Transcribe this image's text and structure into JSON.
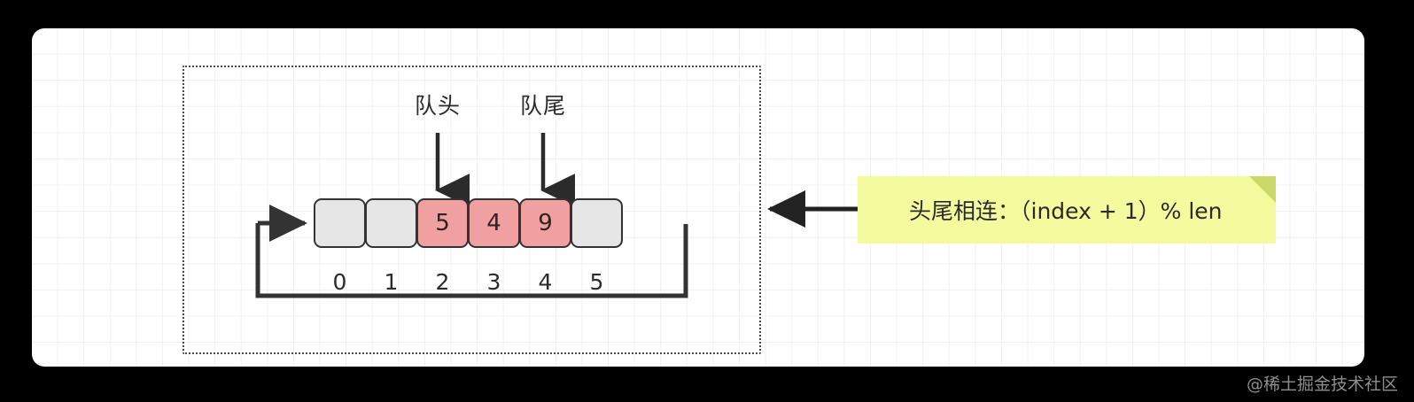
{
  "canvas": {
    "background_color": "#ffffff",
    "grid_color": "#f1f1f1",
    "page_background": "#000000"
  },
  "diagram": {
    "title_pointers": {
      "head_label": "队头",
      "tail_label": "队尾"
    },
    "array": {
      "cells": [
        {
          "index": "0",
          "value": "",
          "state": "empty",
          "color": "#e6e6e6"
        },
        {
          "index": "1",
          "value": "",
          "state": "empty",
          "color": "#e6e6e6"
        },
        {
          "index": "2",
          "value": "5",
          "state": "filled",
          "color": "#f0a0a0"
        },
        {
          "index": "3",
          "value": "4",
          "state": "filled",
          "color": "#f0a0a0"
        },
        {
          "index": "4",
          "value": "9",
          "state": "filled",
          "color": "#f0a0a0"
        },
        {
          "index": "5",
          "value": "",
          "state": "empty",
          "color": "#e6e6e6"
        }
      ],
      "head_points_to_index": "2",
      "tail_points_to_index": "4"
    },
    "wrap_loop": {
      "description": "wrap-around arrow from cell 5 back to cell 0",
      "stroke_color": "#333333"
    },
    "note": {
      "text": "头尾相连：（index + 1）% len",
      "background_color": "#f4fa9e",
      "fold_color": "#c9d96a"
    },
    "connector_arrow": {
      "direction": "left",
      "stroke_color": "#222222"
    }
  },
  "watermark": {
    "text": "@稀土掘金技术社区",
    "color": "#8e8e8e"
  }
}
